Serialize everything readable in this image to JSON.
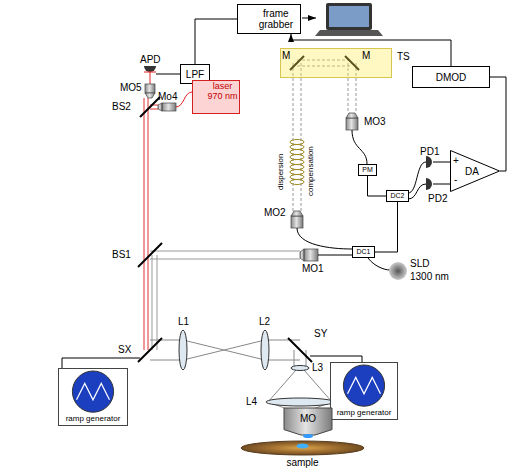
{
  "diagram": {
    "nodes": [
      {
        "text": [
          "frame grabber"
        ]
      },
      {
        "text": [
          "LPF"
        ]
      },
      {
        "text": [
          "DMOD"
        ]
      },
      {
        "text": [
          "laser 970 nm"
        ]
      },
      {
        "text": [
          "TS"
        ]
      },
      {
        "text": [
          "PM"
        ]
      },
      {
        "text": [
          "DC2"
        ]
      },
      {
        "text": [
          "DC1"
        ]
      },
      {
        "text": [
          "DA",
          "+",
          "-"
        ]
      },
      {
        "text": [
          "ramp generator"
        ]
      },
      {
        "text": [
          "ramp generator"
        ]
      },
      {
        "text": [
          "MO"
        ]
      },
      {
        "text": [
          "sample"
        ]
      }
    ],
    "edges": [
      {
        "from": 1,
        "to": 0,
        "arrow": "none"
      },
      {
        "from": 2,
        "to": 0,
        "arrow": "to"
      },
      {
        "from": 8,
        "to": 2,
        "arrow": "none"
      },
      {
        "from": 7,
        "to": 6,
        "arrow": "none"
      },
      {
        "from": 5,
        "to": 6,
        "arrow": "none"
      }
    ],
    "labels": [
      "APD",
      "MO5",
      "Mo4",
      "BS2",
      "M",
      "M",
      "dispersion",
      "compensation",
      "MO3",
      "MO2",
      "PD1",
      "PD2",
      "SLD",
      "1300 nm",
      "BS1",
      "MO1",
      "SX",
      "L1",
      "L2",
      "SY",
      "L3",
      "L4"
    ]
  }
}
